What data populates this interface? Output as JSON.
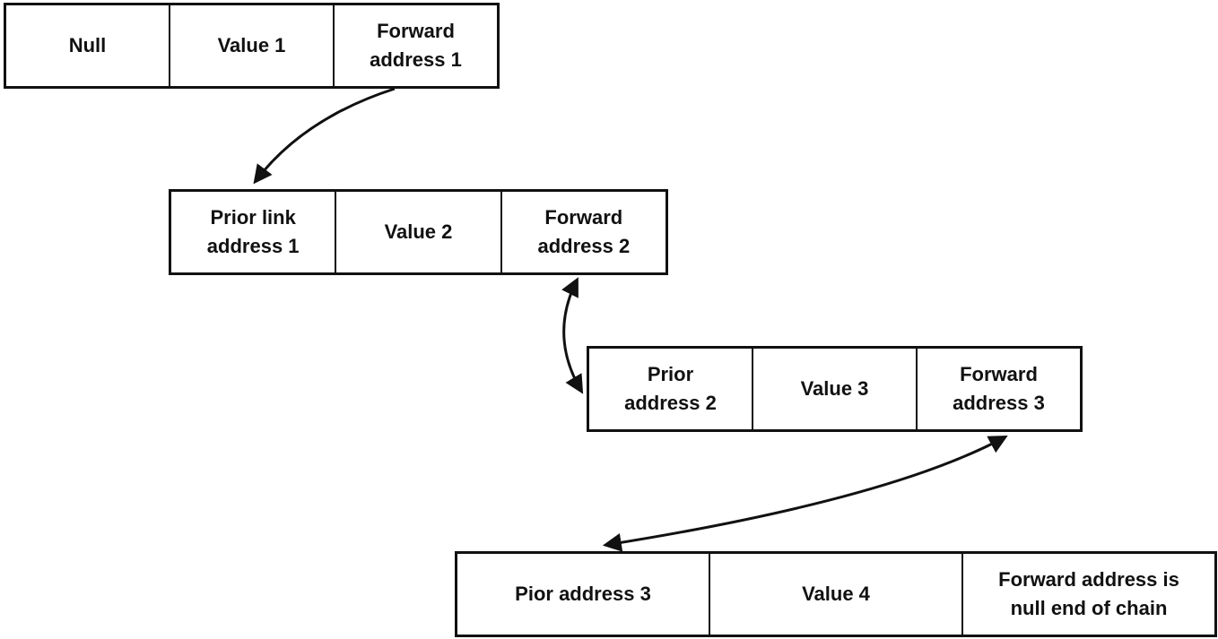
{
  "nodes": [
    {
      "cells": [
        {
          "text": "Null"
        },
        {
          "text": "Value 1"
        },
        {
          "text": "Forward\naddress 1"
        }
      ]
    },
    {
      "cells": [
        {
          "text": "Prior link\naddress 1"
        },
        {
          "text": "Value 2"
        },
        {
          "text": "Forward\naddress 2"
        }
      ]
    },
    {
      "cells": [
        {
          "text": "Prior\naddress 2"
        },
        {
          "text": "Value 3"
        },
        {
          "text": "Forward\naddress 3"
        }
      ]
    },
    {
      "cells": [
        {
          "text": "Pior address 3"
        },
        {
          "text": "Value 4"
        },
        {
          "text": "Forward address is\nnull end of chain"
        }
      ]
    }
  ],
  "links": [
    {
      "from": "node-1 forward address",
      "to": "node-2",
      "direction": "single"
    },
    {
      "from": "node-2 forward address",
      "to": "node-3 prior address",
      "direction": "double"
    },
    {
      "from": "node-3 forward address",
      "to": "node-4 prior address",
      "direction": "double"
    }
  ],
  "colors": {
    "stroke": "#111111",
    "background": "#ffffff",
    "text": "#111111"
  }
}
